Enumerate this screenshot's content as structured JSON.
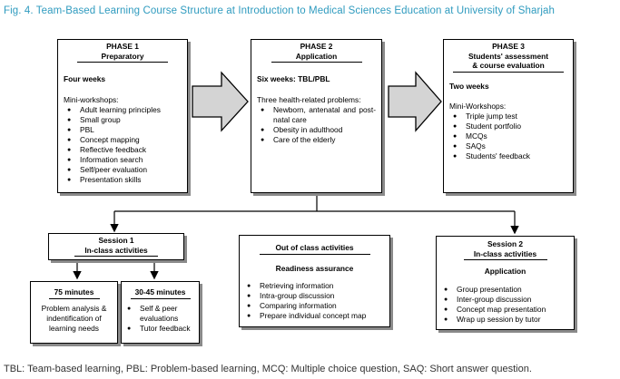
{
  "caption": "Fig. 4. Team-Based Learning Course Structure at Introduction to Medical Sciences Education at University of Sharjah",
  "phase1": {
    "title": "PHASE 1",
    "subtitle": "Preparatory",
    "duration": "Four weeks",
    "list_heading": "Mini-workshops:",
    "items": [
      "Adult learning principles",
      "Small group",
      "PBL",
      "Concept mapping",
      "Reflective feedback",
      "Information search",
      "Self/peer evaluation",
      "Presentation skills"
    ]
  },
  "phase2": {
    "title": "PHASE 2",
    "subtitle": "Application",
    "duration": "Six weeks: TBL/PBL",
    "list_heading": "Three health-related problems:",
    "items": [
      "Newborn, antenatal and post-natal care",
      "Obesity in adulthood",
      "Care of the elderly"
    ]
  },
  "phase3": {
    "title": "PHASE 3",
    "subtitle_line1": "Students' assessment",
    "subtitle_line2": "& course evaluation",
    "duration": "Two weeks",
    "list_heading": "Mini-Workshops:",
    "items": [
      "Triple jump test",
      "Student portfolio",
      "MCQs",
      "SAQs",
      "Students' feedback"
    ]
  },
  "session1": {
    "title": "Session 1",
    "subtitle": "In-class activities"
  },
  "session1_75": {
    "title": "75 minutes",
    "text": "Problem analysis & indentification of learning needs"
  },
  "session1_30": {
    "title": "30-45 minutes",
    "items": [
      "Self & peer evaluations",
      "Tutor feedback"
    ]
  },
  "out_of_class": {
    "title": "Out of class activities",
    "subtitle": "Readiness assurance",
    "items": [
      "Retrieving information",
      "Intra-group discussion",
      "Comparing information",
      "Prepare individual concept map"
    ]
  },
  "session2": {
    "title": "Session 2",
    "subtitle": "In-class activities",
    "section": "Application",
    "items": [
      "Group presentation",
      "Inter-group discussion",
      "Concept map presentation",
      "Wrap up session by tutor"
    ]
  },
  "footnote": "TBL: Team-based learning, PBL: Problem-based learning, MCQ: Multiple choice question, SAQ: Short answer question.",
  "colors": {
    "caption": "#2f9bbf",
    "arrow_fill": "#d4d4d4",
    "shadow": "#8a8a8a"
  }
}
